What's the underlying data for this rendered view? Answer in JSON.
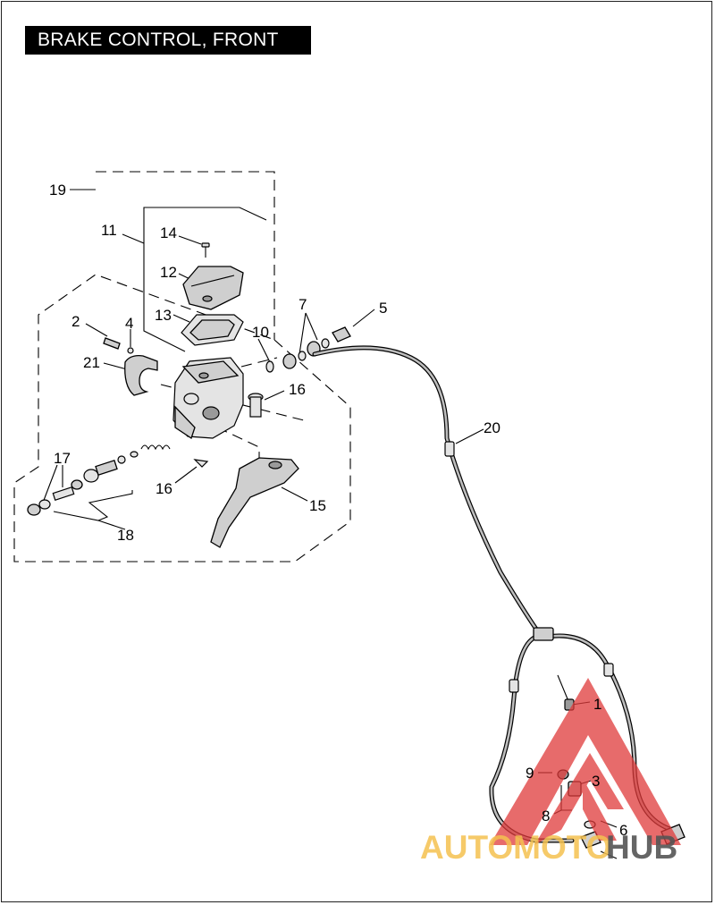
{
  "title": "BRAKE CONTROL, FRONT",
  "callouts": {
    "c1": "1",
    "c2": "2",
    "c3": "3",
    "c4": "4",
    "c5": "5",
    "c6": "6",
    "c7": "7",
    "c8": "8",
    "c9": "9",
    "c10": "10",
    "c11": "11",
    "c12": "12",
    "c13": "13",
    "c14": "14",
    "c15": "15",
    "c16a": "16",
    "c16b": "16",
    "c17": "17",
    "c18": "18",
    "c19": "19",
    "c20": "20",
    "c21": "21"
  },
  "watermark": {
    "part1": "AUTOMOTO",
    "part2": "HUB",
    "color1": "#f5c150",
    "color2": "#555555",
    "logo_color": "#e03a3a"
  }
}
